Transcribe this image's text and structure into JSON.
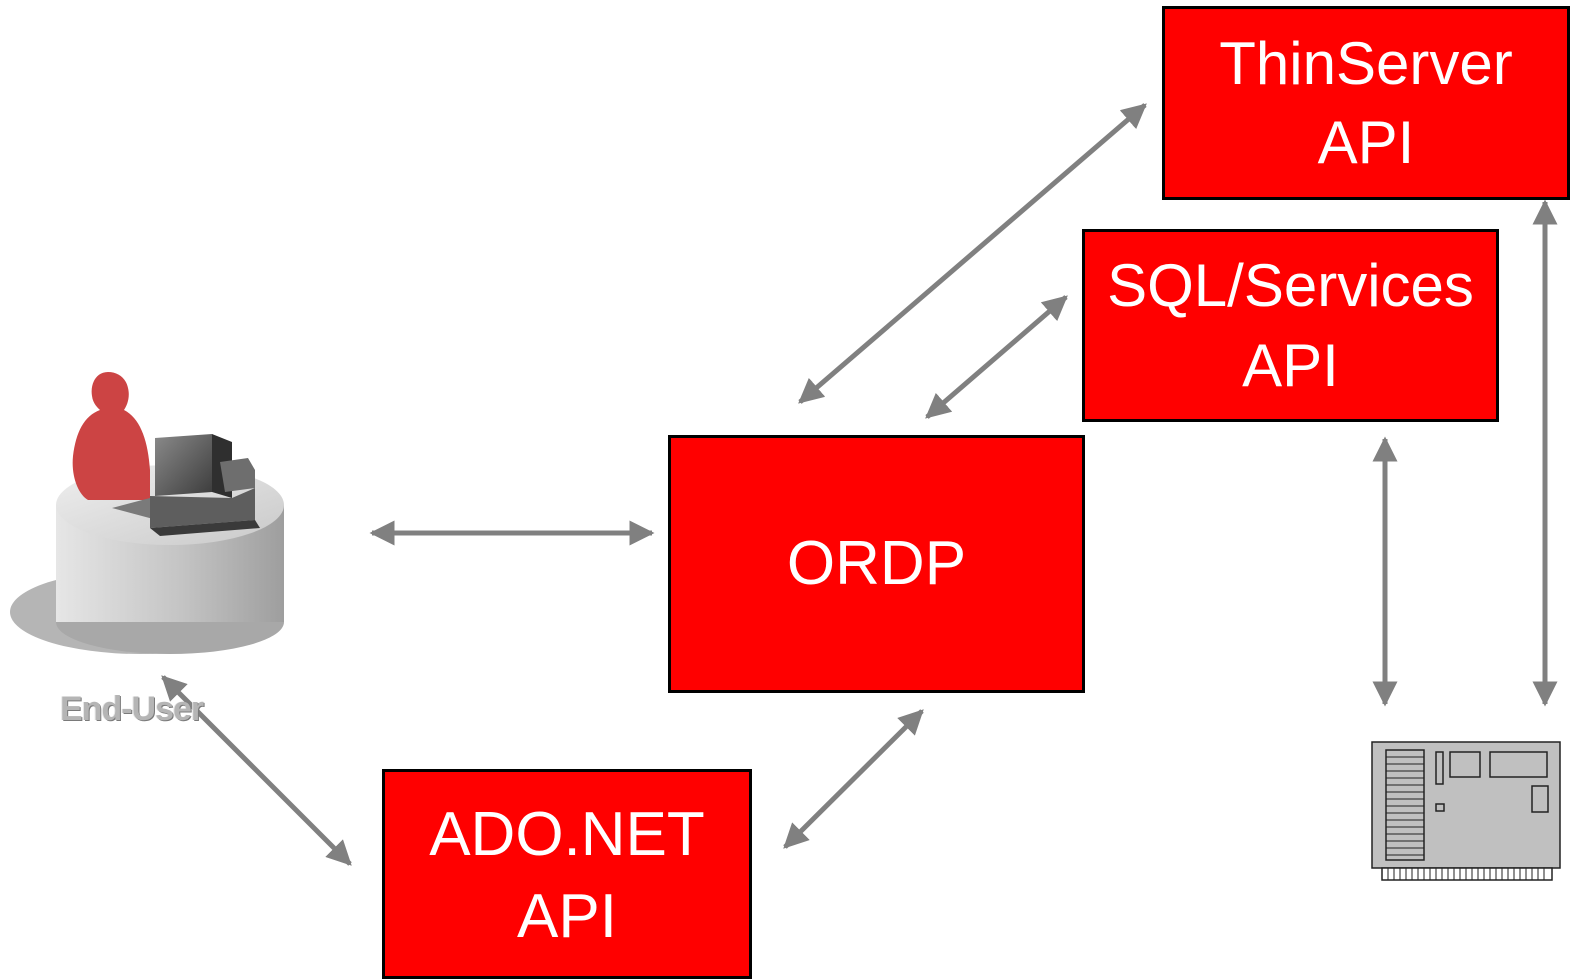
{
  "colors": {
    "box_fill": "#ff0000",
    "box_border": "#000000",
    "box_text": "#ffffff",
    "arrow": "#808080",
    "person": "#cc4444"
  },
  "nodes": {
    "thinserver": {
      "line1": "ThinServer",
      "line2": "API"
    },
    "sqlservices": {
      "line1": "SQL/Services",
      "line2": "API"
    },
    "ordp": {
      "label": "ORDP"
    },
    "adonet": {
      "line1": "ADO.NET",
      "line2": "API"
    },
    "enduser": {
      "label": "End-User",
      "icon": "user-at-workstation-icon"
    },
    "database": {
      "icon": "server-icon"
    }
  },
  "edges": [
    {
      "from": "enduser",
      "to": "ordp",
      "bidirectional": true
    },
    {
      "from": "enduser",
      "to": "adonet",
      "bidirectional": true
    },
    {
      "from": "adonet",
      "to": "ordp",
      "bidirectional": true
    },
    {
      "from": "ordp",
      "to": "thinserver",
      "bidirectional": true
    },
    {
      "from": "ordp",
      "to": "sqlservices",
      "bidirectional": true
    },
    {
      "from": "sqlservices",
      "to": "database",
      "bidirectional": true
    },
    {
      "from": "thinserver",
      "to": "database",
      "bidirectional": true
    }
  ]
}
